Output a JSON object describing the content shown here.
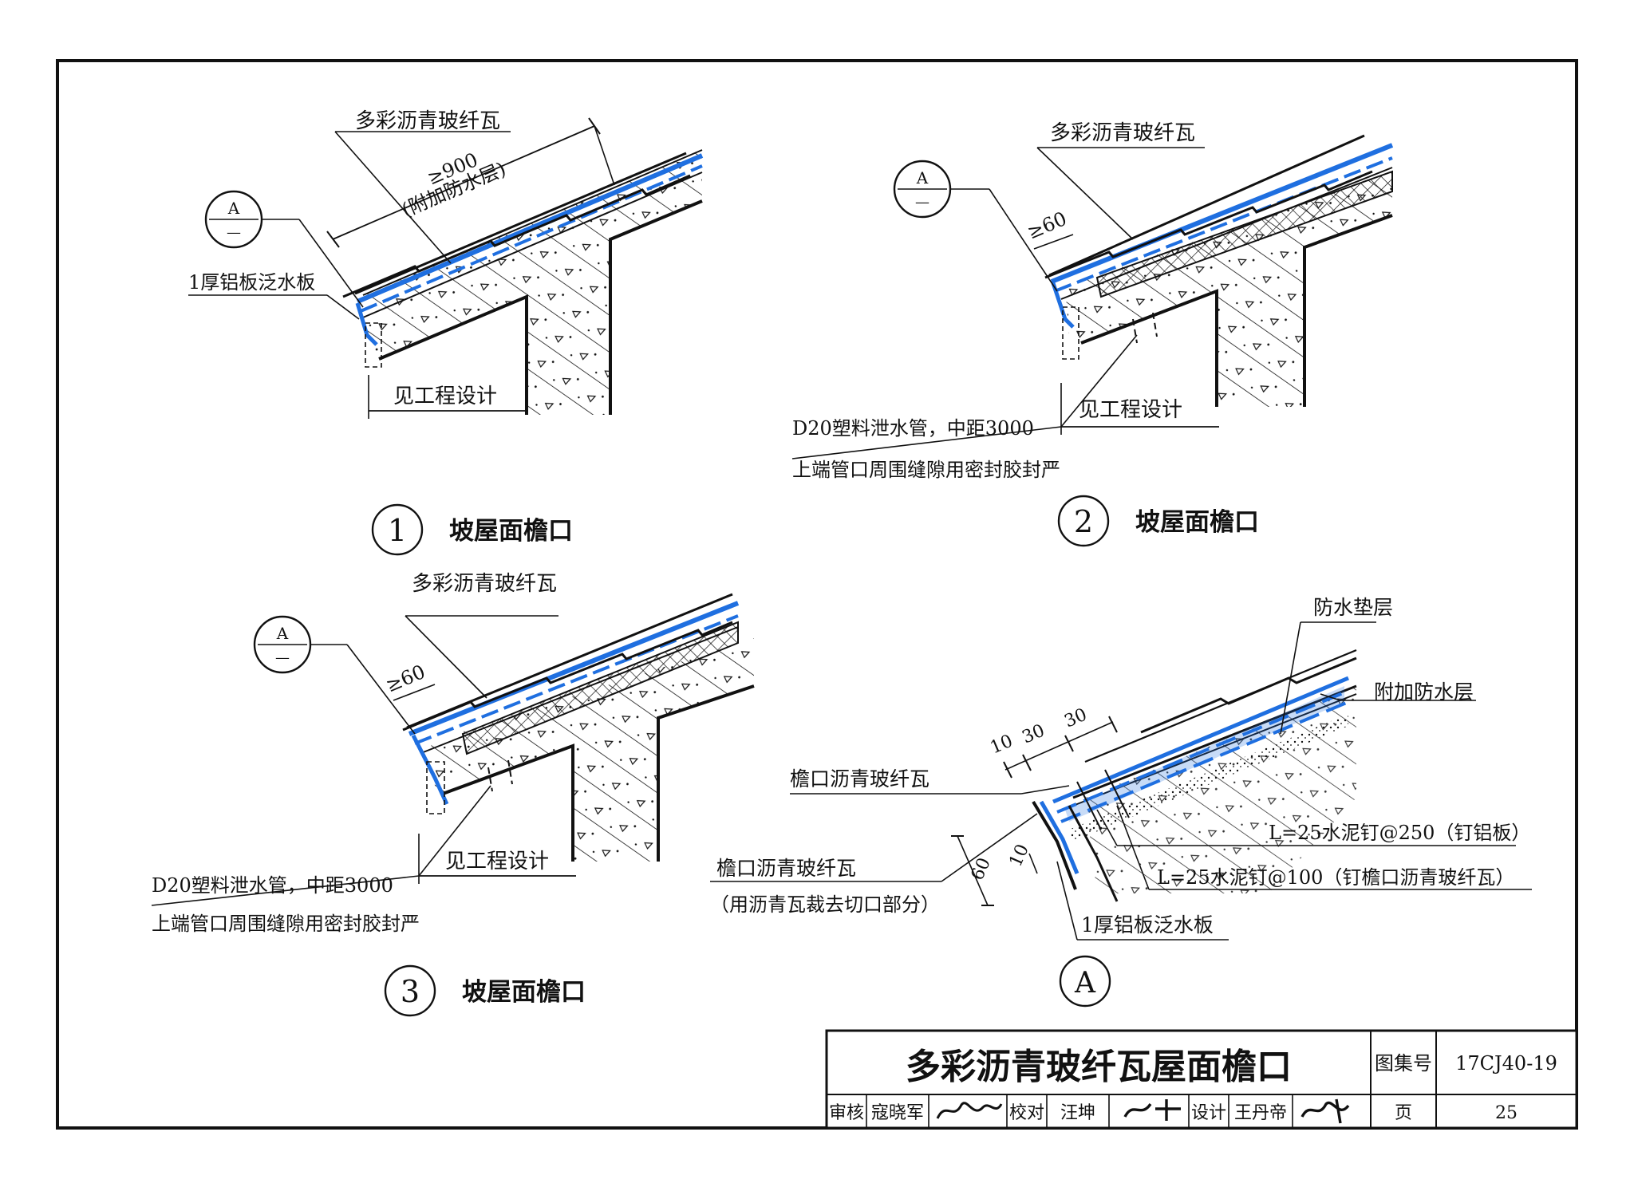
{
  "sheet": {
    "colors": {
      "line": "#111111",
      "waterproof": "#1f6fe0",
      "paper": "#ffffff"
    }
  },
  "detail1": {
    "callout_letter": "A",
    "callout_sub": "—",
    "label_tiles": "多彩沥青玻纤瓦",
    "dim_overlap": "≥900",
    "label_extra_layer": "(附加防水层)",
    "label_flashing": "1厚铝板泛水板",
    "label_design": "见工程设计",
    "number": "1",
    "title": "坡屋面檐口"
  },
  "detail2": {
    "callout_letter": "A",
    "callout_sub": "—",
    "label_tiles": "多彩沥青玻纤瓦",
    "dim_60": "≥60",
    "label_design": "见工程设计",
    "label_drain": "D20塑料泄水管，中距3000",
    "label_seal": "上端管口周围缝隙用密封胶封严",
    "number": "2",
    "title": "坡屋面檐口"
  },
  "detail3": {
    "callout_letter": "A",
    "callout_sub": "—",
    "label_tiles": "多彩沥青玻纤瓦",
    "dim_60": "≥60",
    "label_design": "见工程设计",
    "label_drain": "D20塑料泄水管，中距3000",
    "label_seal": "上端管口周围缝隙用密封胶封严",
    "number": "3",
    "title": "坡屋面檐口"
  },
  "detailA": {
    "label_underlay": "防水垫层",
    "label_extra_layer": "附加防水层",
    "dim_10": "10",
    "dim_30a": "30",
    "dim_30b": "30",
    "label_eave_tile": "檐口沥青玻纤瓦",
    "label_nail250": "L=25水泥钉@250（钉铝板）",
    "label_eave_tile2": "檐口沥青玻纤瓦",
    "label_nail100": "L=25水泥钉@100（钉檐口沥青玻纤瓦）",
    "label_cut_note": "（用沥青瓦裁去切口部分）",
    "dim_60": "60",
    "dim_10b": "10",
    "label_flashing": "1厚铝板泛水板",
    "number": "A"
  },
  "title_block": {
    "main_title": "多彩沥青玻纤瓦屋面檐口",
    "atlas_label": "图集号",
    "atlas_no": "17CJ40-19",
    "review_label": "审核",
    "review_name": "寇晓军",
    "check_label": "校对",
    "check_name": "汪坤",
    "design_label": "设计",
    "design_name": "王丹帝",
    "page_label": "页",
    "page_no": "25"
  }
}
